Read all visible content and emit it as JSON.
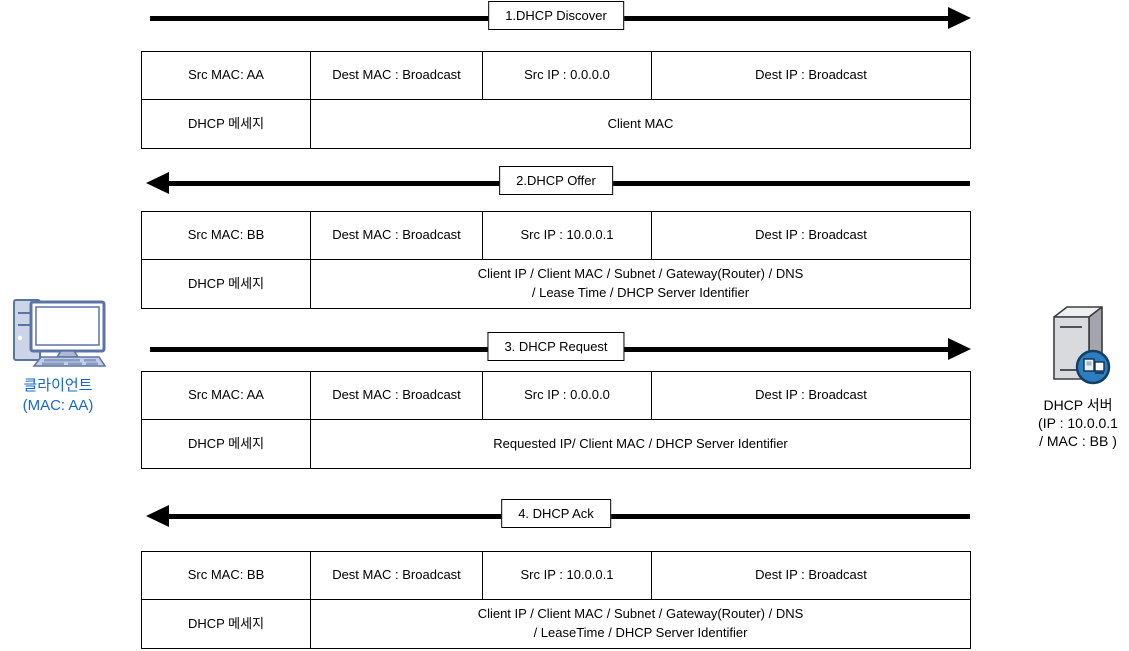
{
  "diagram": {
    "title_note": "DHCP DORA flow",
    "colors": {
      "line": "#000000",
      "client_text": "#1667d0",
      "client_icon_stroke": "#5b74a6",
      "client_icon_fill": "#ccd4e6",
      "server_icon_front": "#d9dade",
      "server_icon_side": "#a3a4ac",
      "server_badge": "#2d7ec0"
    },
    "client": {
      "icon": "desktop-computer-icon",
      "label_line1": "클라이언트",
      "label_line2": "(MAC: AA)"
    },
    "server": {
      "icon": "server-tower-icon",
      "label_line1": "DHCP 서버",
      "label_line2": "(IP : 10.0.0.1",
      "label_line3": "/ MAC : BB )"
    },
    "steps": [
      {
        "arrow_label": "1.DHCP Discover",
        "direction": "right",
        "table": {
          "header_cells": [
            "Src MAC: AA",
            "Dest MAC : Broadcast",
            "Src IP : 0.0.0.0",
            "Dest IP : Broadcast"
          ],
          "message_label": "DHCP 메세지",
          "message_line1": "Client MAC",
          "message_line2": ""
        }
      },
      {
        "arrow_label": "2.DHCP Offer",
        "direction": "left",
        "table": {
          "header_cells": [
            "Src MAC: BB",
            "Dest MAC : Broadcast",
            "Src IP : 10.0.0.1",
            "Dest IP : Broadcast"
          ],
          "message_label": "DHCP 메세지",
          "message_line1": "Client IP / Client MAC / Subnet / Gateway(Router) / DNS",
          "message_line2": "/ Lease Time / DHCP Server Identifier"
        }
      },
      {
        "arrow_label": "3. DHCP Request",
        "direction": "right",
        "table": {
          "header_cells": [
            "Src MAC: AA",
            "Dest MAC : Broadcast",
            "Src IP : 0.0.0.0",
            "Dest IP : Broadcast"
          ],
          "message_label": "DHCP 메세지",
          "message_line1": "Requested IP/ Client MAC / DHCP Server Identifier",
          "message_line2": ""
        }
      },
      {
        "arrow_label": "4. DHCP Ack",
        "direction": "left",
        "table": {
          "header_cells": [
            "Src MAC: BB",
            "Dest MAC : Broadcast",
            "Src IP : 10.0.0.1",
            "Dest IP : Broadcast"
          ],
          "message_label": "DHCP 메세지",
          "message_line1": "Client IP / Client MAC / Subnet / Gateway(Router) / DNS",
          "message_line2": "/ LeaseTime / DHCP Server Identifier"
        }
      }
    ]
  }
}
